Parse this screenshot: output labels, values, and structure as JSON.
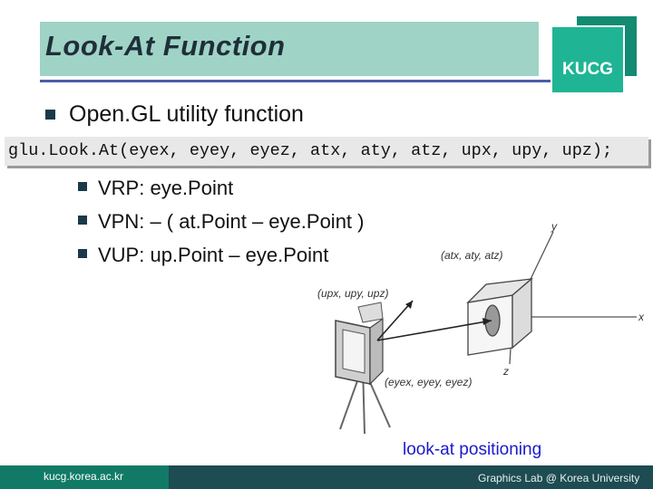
{
  "title": "Look-At Function",
  "logo": {
    "text": "KUCG"
  },
  "main_bullet": "Open.GL utility function",
  "code": "glu.Look.At(eyex, eyey, eyez, atx, aty, atz, upx, upy, upz);",
  "sub_bullets": [
    "VRP: eye.Point",
    "VPN: – ( at.Point – eye.Point )",
    "VUP: up.Point – eye.Point"
  ],
  "figure": {
    "labels": {
      "y_axis": "y",
      "x_axis": "x",
      "z_axis": "z",
      "at": "(atx, aty, atz)",
      "up": "(upx, upy, upz)",
      "eye": "(eyex, eyey, eyez)"
    }
  },
  "caption": "look-at positioning",
  "footer": {
    "left": "kucg.korea.ac.kr",
    "right": "Graphics Lab @ Korea University"
  }
}
